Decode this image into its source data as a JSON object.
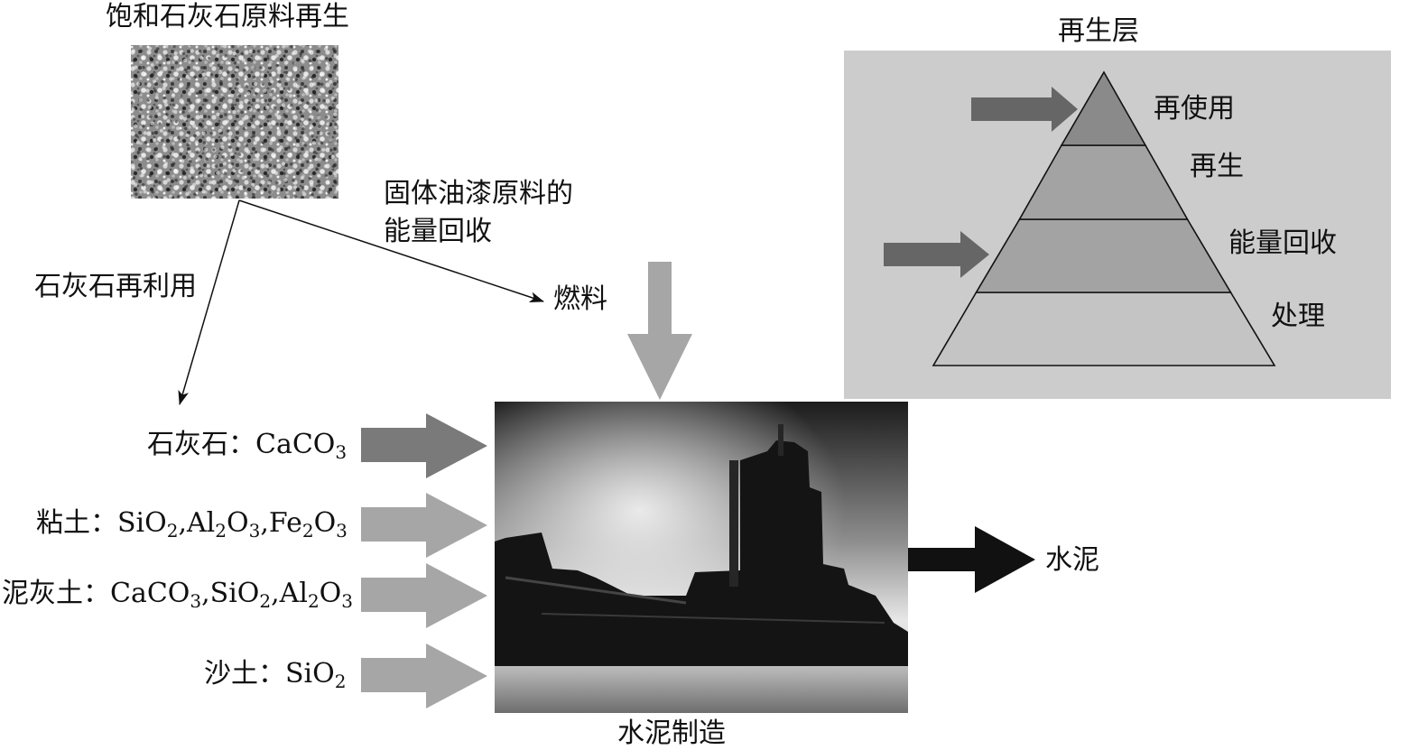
{
  "raw_material_title": "饱和石灰石原料再生",
  "limestone_reuse": "石灰石再利用",
  "energy_recovery_line1": "固体油漆原料的",
  "energy_recovery_line2": "能量回收",
  "fuel": "燃料",
  "inputs": [
    {
      "name": "石灰石：",
      "formula": [
        [
          "CaCO",
          "3"
        ]
      ]
    },
    {
      "name": "粘土：",
      "formula": [
        [
          "SiO",
          "2"
        ],
        [
          ",Al",
          "2"
        ],
        [
          "O",
          "3"
        ],
        [
          ",Fe",
          "2"
        ],
        [
          "O",
          "3"
        ]
      ]
    },
    {
      "name": "泥灰土：",
      "formula": [
        [
          "CaCO",
          "3"
        ],
        [
          ",SiO",
          "2"
        ],
        [
          ",Al",
          "2"
        ],
        [
          "O",
          "3"
        ]
      ]
    },
    {
      "name": "沙土：",
      "formula": [
        [
          "SiO",
          "2"
        ]
      ]
    }
  ],
  "factory_caption": "水泥制造",
  "output": "水泥",
  "hierarchy": {
    "title": "再生层",
    "levels": [
      "再使用",
      "再生",
      "能量回收",
      "处理"
    ]
  },
  "colors": {
    "panel_bg": "#cccccc",
    "pyramid_top": "#8a8a8a",
    "pyramid_mid": "#a3a3a3",
    "pyramid_bottom": "#c4c4c4",
    "arrow_dark": "#7a7a7a",
    "arrow_light": "#a6a6a6",
    "arrow_output": "#111111"
  }
}
